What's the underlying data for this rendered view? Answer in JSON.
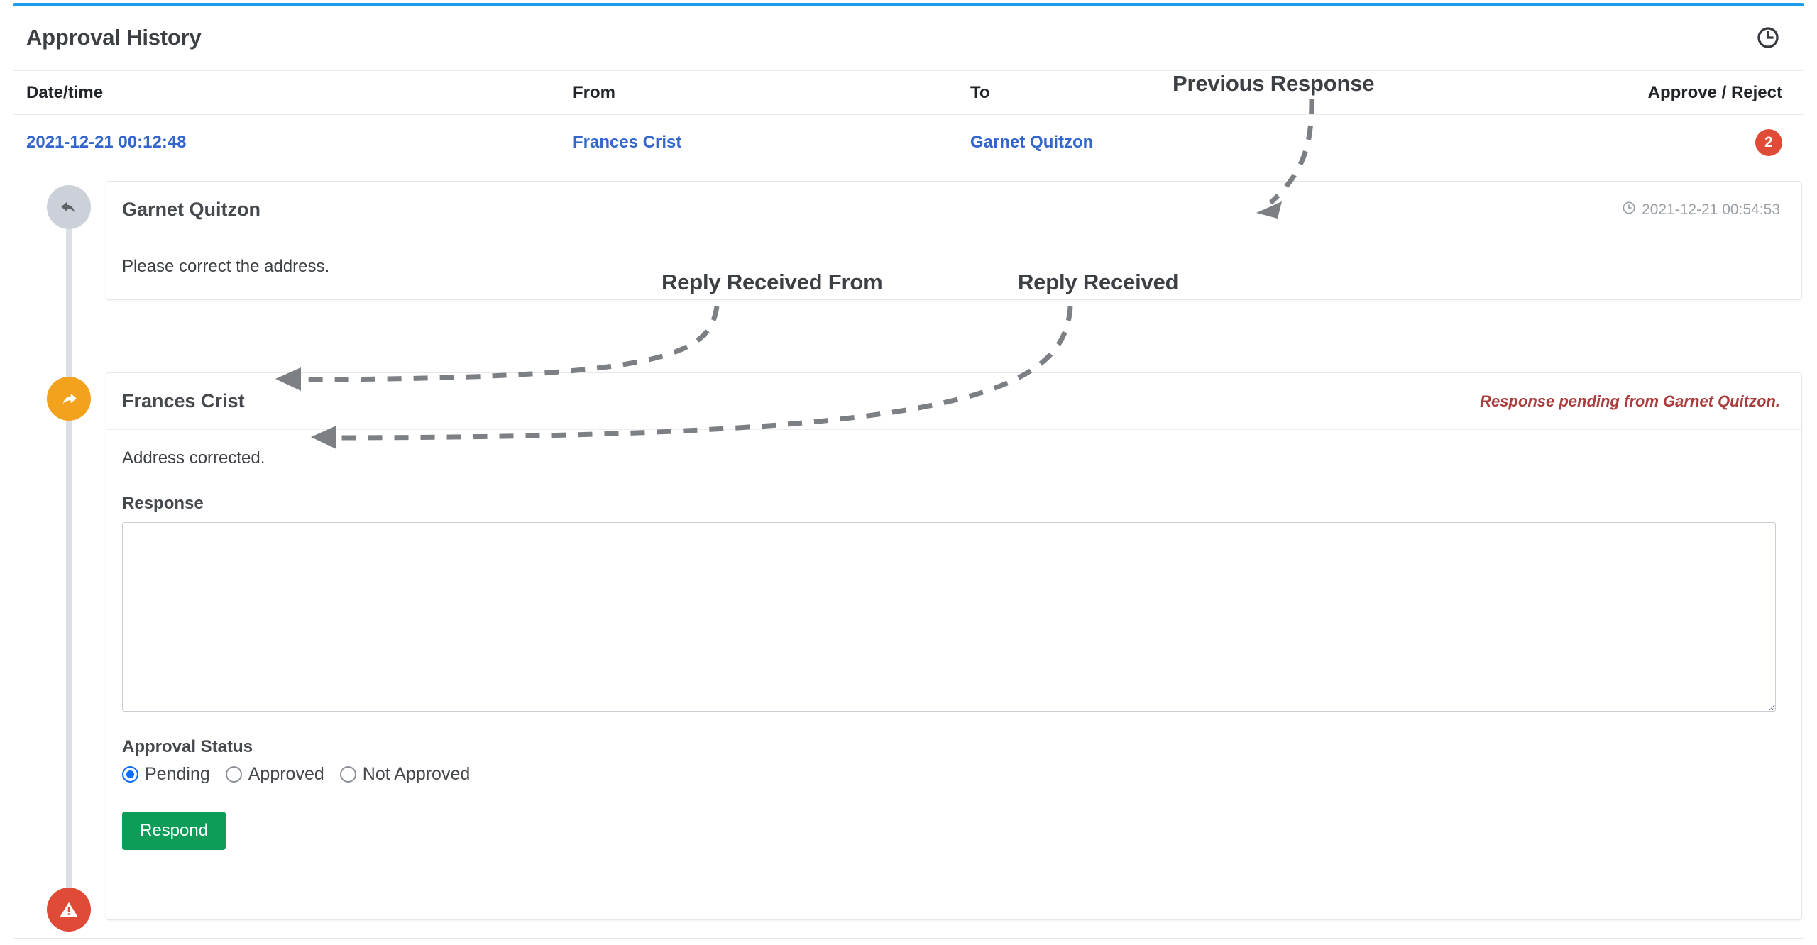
{
  "panel": {
    "title": "Approval History",
    "accent_color": "#1e9bf0",
    "history_icon": "clock-icon"
  },
  "table": {
    "columns": [
      "Date/time",
      "From",
      "To",
      "Approve / Reject"
    ],
    "rows": [
      {
        "datetime": "2021-12-21 00:12:48",
        "from": "Frances Crist",
        "to": "Garnet Quitzon",
        "badge": "2",
        "badge_color": "#e04b37"
      }
    ]
  },
  "timeline": {
    "markers": [
      {
        "name": "reply-marker",
        "icon": "reply-arrow-icon",
        "color": "#ccd1d9"
      },
      {
        "name": "forward-marker",
        "icon": "forward-arrow-icon",
        "color": "#f2a21c"
      },
      {
        "name": "warning-marker",
        "icon": "warning-triangle-icon",
        "color": "#e04b37"
      }
    ],
    "messages": [
      {
        "author": "Garnet Quitzon",
        "timestamp": "2021-12-21 00:54:53",
        "timestamp_icon": "clock-icon",
        "body": "Please correct the address."
      },
      {
        "author": "Frances Crist",
        "status_note": "Response pending from Garnet Quitzon.",
        "status_color": "#a93c3c",
        "body": "Address corrected."
      }
    ]
  },
  "form": {
    "response_label": "Response",
    "response_value": "",
    "response_placeholder": "",
    "approval_status_label": "Approval Status",
    "approval_options": [
      {
        "label": "Pending",
        "selected": true
      },
      {
        "label": "Approved",
        "selected": false
      },
      {
        "label": "Not Approved",
        "selected": false
      }
    ],
    "submit_label": "Respond",
    "submit_color": "#0d9d58"
  },
  "annotations": [
    {
      "id": "previous-response",
      "text": "Previous Response"
    },
    {
      "id": "reply-received-from",
      "text": "Reply Received From"
    },
    {
      "id": "reply-received",
      "text": "Reply Received"
    }
  ]
}
